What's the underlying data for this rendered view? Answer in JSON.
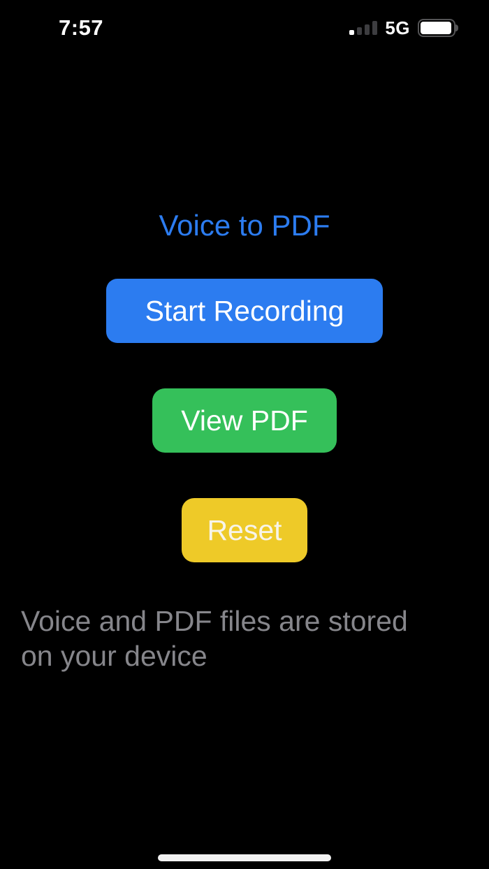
{
  "status_bar": {
    "time": "7:57",
    "network_label": "5G",
    "signal": {
      "bars_filled": 1,
      "bars_total": 4,
      "icon": "cellular-signal-icon"
    },
    "battery": {
      "level_fraction": 0.88,
      "icon": "battery-icon"
    }
  },
  "main": {
    "title": "Voice to PDF",
    "buttons": {
      "start_recording": {
        "label": "Start Recording",
        "bg": "#2c7cf0",
        "fg": "#ffffff"
      },
      "view_pdf": {
        "label": "View PDF",
        "bg": "#35c05a",
        "fg": "#ffffff"
      },
      "reset": {
        "label": "Reset",
        "bg": "#eeca28",
        "fg": "#f7f4ea"
      }
    },
    "caption": "Voice and PDF files are stored on your device"
  },
  "colors": {
    "background": "#000000",
    "title": "#2c7cf0",
    "caption": "#86868b",
    "home_indicator": "#f2f2f2"
  }
}
